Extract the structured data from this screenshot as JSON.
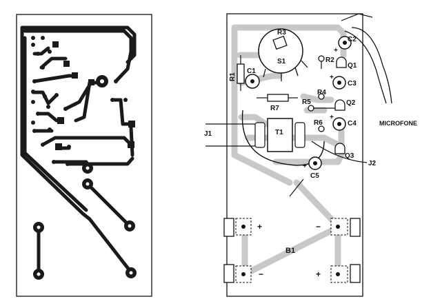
{
  "colors": {
    "ink": "#111111",
    "copper_trace": "#1a1a1a",
    "overlay_trace": "#c8c8c8",
    "board_fill": "#ffffff"
  },
  "components": {
    "r1": "R1",
    "r2": "R2",
    "r3": "R3",
    "r4": "R4",
    "r5": "R5",
    "r6": "R6",
    "r7": "R7",
    "c1": "C1",
    "c2": "C2",
    "c3": "C3",
    "c4": "C4",
    "c5": "C5",
    "q1": "Q1",
    "q2": "Q2",
    "q3": "Q3",
    "t1": "T1",
    "s1": "S1",
    "b1": "B1",
    "j1": "J1",
    "j2": "J2"
  },
  "labels": {
    "microphone": "MICROFONE",
    "plus": "+",
    "minus": "−"
  }
}
